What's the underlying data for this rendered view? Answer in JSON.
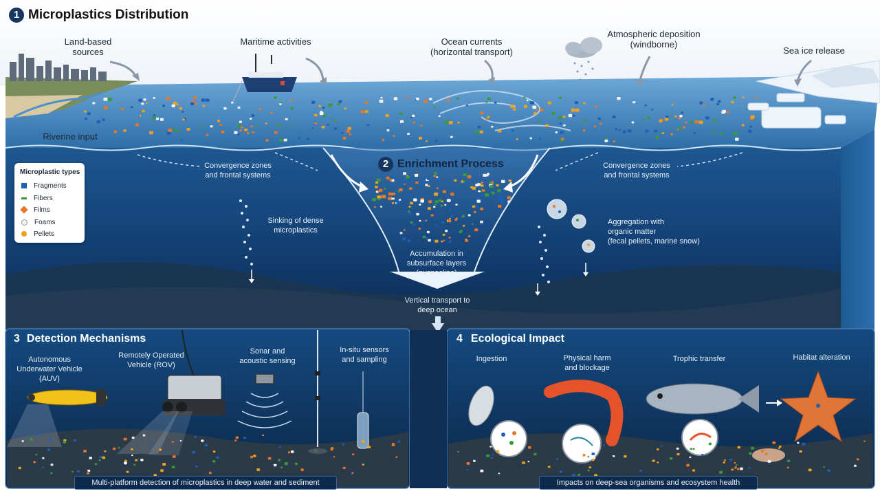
{
  "title": {
    "number": "1",
    "text": "Microplastics Distribution"
  },
  "sources": {
    "land": "Land-based sources",
    "maritime": "Maritime activities",
    "currents_1": "Ocean currents",
    "currents_2": "(horizontal transport)",
    "atmos_1": "Atmospheric deposition",
    "atmos_2": "(windborne)",
    "seaice": "Sea ice release",
    "riverine": "Riverine input"
  },
  "legend": {
    "title": "Microplastic types",
    "items": [
      {
        "label": "Fragments",
        "color": "#1f5fb8"
      },
      {
        "label": "Fibers",
        "color": "#3a9a3a"
      },
      {
        "label": "Films",
        "color": "#e8762b"
      },
      {
        "label": "Foams",
        "color": "#f2f2f2"
      },
      {
        "label": "Pellets",
        "color": "#f0a21e"
      }
    ]
  },
  "enrichment": {
    "number": "2",
    "title": "Enrichment Process",
    "conv_left_1": "Convergence zones",
    "conv_left_2": "and frontal systems",
    "conv_right_1": "Convergence zones",
    "conv_right_2": "and frontal systems",
    "sinking_1": "Sinking of dense",
    "sinking_2": "microplastics",
    "accum_1": "Accumulation in",
    "accum_2": "subsurface layers",
    "accum_3": "(pycnocline)",
    "aggr_1": "Aggregation with",
    "aggr_2": "organic matter",
    "aggr_3": "(fecal pellets, marine snow)",
    "vertical_1": "Vertical transport to",
    "vertical_2": "deep ocean"
  },
  "detection": {
    "number": "3",
    "title": "Detection Mechanisms",
    "auv_1": "Autonomous",
    "auv_2": "Underwater Vehicle",
    "auv_3": "(AUV)",
    "rov_1": "Remotely Operated",
    "rov_2": "Vehicle (ROV)",
    "sonar_1": "Sonar and",
    "sonar_2": "acoustic sensing",
    "insitu_1": "In-situ sensors",
    "insitu_2": "and sampling",
    "banner": "Multi-platform detection of microplastics in deep water and sediment"
  },
  "impact": {
    "number": "4",
    "title": "Ecological Impact",
    "ingestion": "Ingestion",
    "harm_1": "Physical harm",
    "harm_2": "and blockage",
    "trophic": "Trophic transfer",
    "habitat": "Habitat alteration",
    "banner": "Impacts on deep-sea organisms and ecosystem health"
  }
}
